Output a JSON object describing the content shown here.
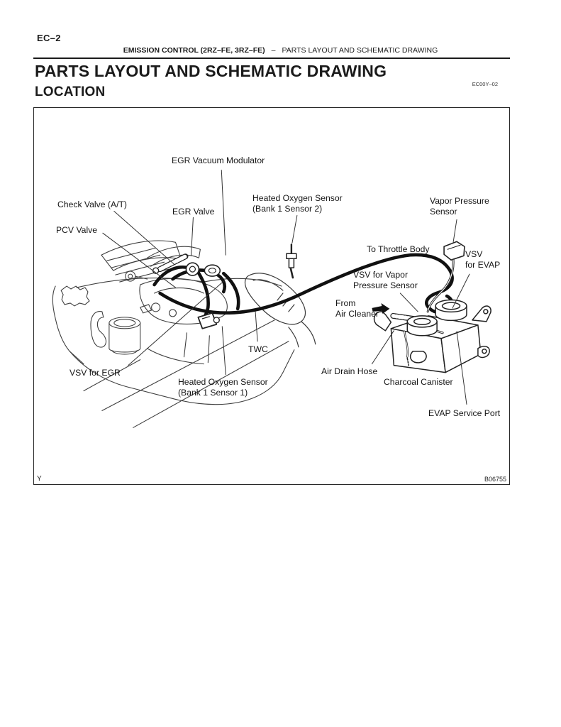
{
  "page": {
    "page_number": "EC–2",
    "header": {
      "section": "EMISSION CONTROL (2RZ–FE, 3RZ–FE)",
      "dash": "–",
      "chapter": "PARTS LAYOUT AND SCHEMATIC DRAWING"
    },
    "title": "PARTS LAYOUT AND SCHEMATIC DRAWING",
    "doc_code": "EC00Y–02",
    "subtitle": "LOCATION"
  },
  "figure": {
    "corner_mark": "Y",
    "figure_code": "B06755",
    "labels": {
      "egr_vacuum_modulator": "EGR Vacuum Modulator",
      "check_valve_at": "Check Valve (A/T)",
      "egr_valve": "EGR Valve",
      "heated_oxygen_sensor_bank1_sensor2": "Heated Oxygen Sensor\n(Bank 1 Sensor 2)",
      "pcv_valve": "PCV Valve",
      "vapor_pressure_sensor": "Vapor Pressure\nSensor",
      "to_throttle_body": "To Throttle Body",
      "vsv_for_evap": "VSV\nfor EVAP",
      "vsv_for_vapor_pressure_sensor": "VSV for Vapor\nPressure Sensor",
      "from_air_cleaner": "From\nAir Cleaner",
      "twc": "TWC",
      "vsv_for_egr": "VSV for EGR",
      "heated_oxygen_sensor_bank1_sensor1": "Heated Oxygen Sensor\n(Bank 1 Sensor 1)",
      "air_drain_hose": "Air Drain Hose",
      "charcoal_canister": "Charcoal Canister",
      "evap_service_port": "EVAP Service Port"
    }
  }
}
